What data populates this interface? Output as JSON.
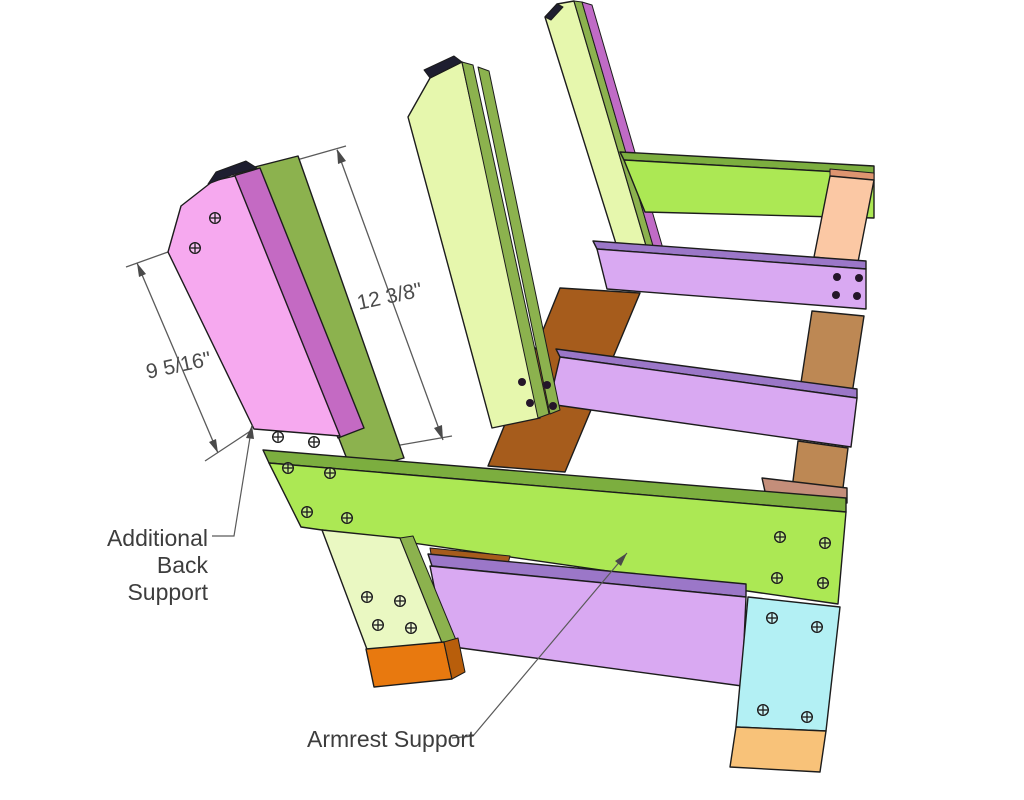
{
  "diagram": {
    "kind": "furniture-assembly-diagram",
    "labels": {
      "additional_back_support": {
        "lines": [
          "Additional",
          "Back",
          "Support"
        ]
      },
      "armrest_support": {
        "text": "Armrest Support"
      }
    },
    "dimensions": {
      "back_support_width": "9 5/16\"",
      "back_support_length": "12 3/8\""
    },
    "colors": {
      "post_face": "#E6F7AD",
      "post_side_olive": "#8CB24E",
      "leg_pale_green": "#EAF8C2",
      "bright_green": "#ACE854",
      "bright_green_top": "#7CAE3F",
      "pink_board": "#F6A9EF",
      "pink_side": "#C46AC3",
      "magenta_edge": "#C06BC6",
      "purple_rail": "#D9A9F2",
      "purple_rail_top": "#9B77C8",
      "brown_slat": "#A65C1C",
      "brown_support": "#BD8854",
      "rosy_slat_end": "#C48E7A",
      "peach_leg": "#FBC8A4",
      "salmon_edge": "#DE9570",
      "cyan_leg": "#B3F0F4",
      "orange_foot": "#E8790F",
      "orange_foot_side": "#B85E0B",
      "tan_foot": "#F8C279",
      "line_gray": "#5a5a5a",
      "text_gray": "#3d3d3d"
    },
    "parts": [
      {
        "name": "additional-back-support-board",
        "screws_visible": 4
      },
      {
        "name": "armrest-support-board",
        "screws_visible": 8
      },
      {
        "name": "middle-back-post",
        "pilot_holes": 4
      },
      {
        "name": "upper-side-rail",
        "pilot_holes": 4
      },
      {
        "name": "front-left-leg",
        "screws_visible": 4
      },
      {
        "name": "front-right-leg",
        "screws_visible": 4
      }
    ]
  }
}
